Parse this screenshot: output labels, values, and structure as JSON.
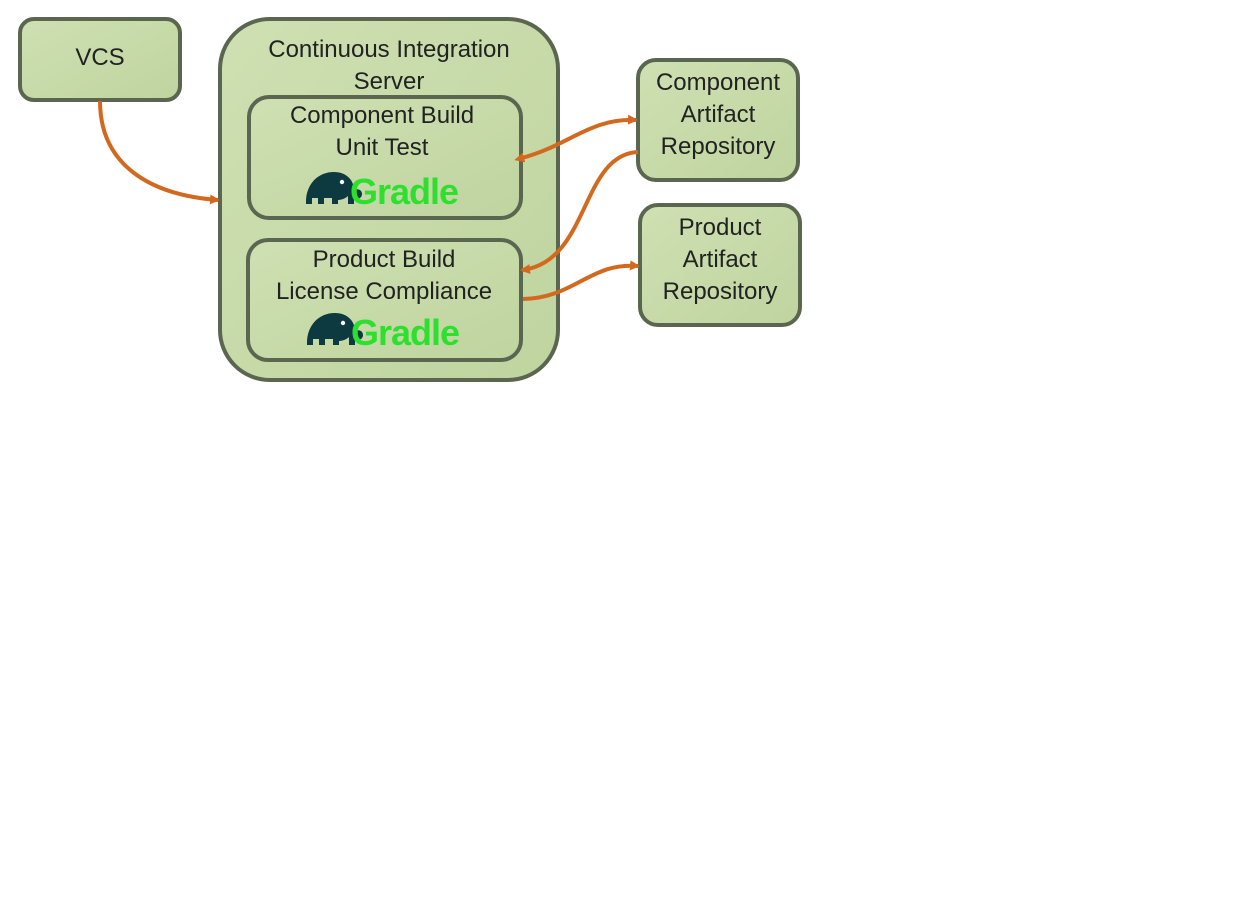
{
  "colors": {
    "box_fill": "#c6d9a8",
    "box_stroke": "#5b6650",
    "arrow": "#d2691e",
    "gradle_green": "#2ee02e",
    "gradle_dark": "#0c3a40"
  },
  "nodes": {
    "vcs": {
      "line1": "VCS"
    },
    "ci_server": {
      "line1": "Continuous Integration",
      "line2": "Server"
    },
    "component_build": {
      "line1": "Component Build",
      "line2": "Unit Test",
      "logo_text": "Gradle",
      "logo_icon": "gradle-elephant-icon"
    },
    "product_build": {
      "line1": "Product Build",
      "line2": "License Compliance",
      "logo_text": "Gradle",
      "logo_icon": "gradle-elephant-icon"
    },
    "component_repo": {
      "line1": "Component",
      "line2": "Artifact",
      "line3": "Repository"
    },
    "product_repo": {
      "line1": "Product",
      "line2": "Artifact",
      "line3": "Repository"
    }
  },
  "edges": [
    {
      "from": "VCS",
      "to": "Continuous Integration Server"
    },
    {
      "from": "Component Build",
      "to": "Component Artifact Repository",
      "bidirectional": true
    },
    {
      "from": "Component Artifact Repository",
      "to": "Product Build"
    },
    {
      "from": "Product Build",
      "to": "Product Artifact Repository"
    }
  ]
}
